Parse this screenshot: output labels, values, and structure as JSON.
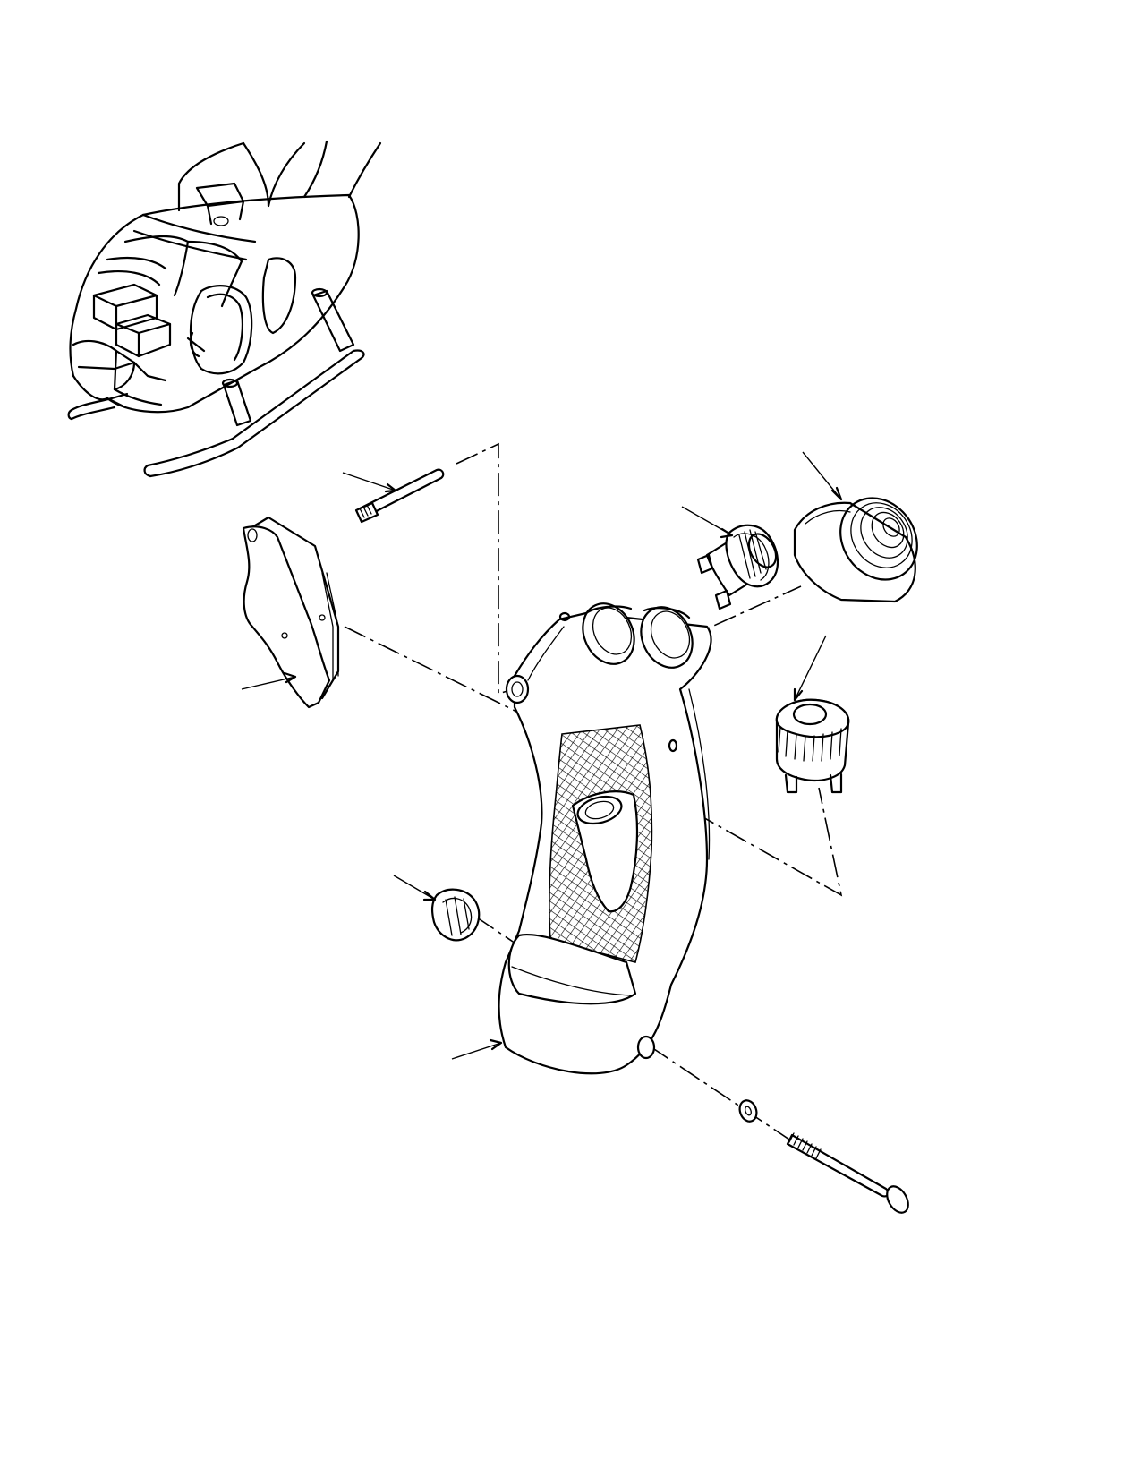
{
  "figure": {
    "description_visible_text": "",
    "colors": {
      "ink": "#000000",
      "paper": "#ffffff"
    },
    "callouts": [
      {
        "id": "pin-callout",
        "part": "pin"
      },
      {
        "id": "switch-callout",
        "part": "push-switch"
      },
      {
        "id": "boot-callout",
        "part": "rubber-boot"
      },
      {
        "id": "switch-right-callout",
        "part": "lower-switch"
      },
      {
        "id": "plate-callout",
        "part": "side-plate"
      },
      {
        "id": "plug-callout",
        "part": "plug"
      },
      {
        "id": "grip-callout",
        "part": "grip-housing"
      }
    ]
  }
}
